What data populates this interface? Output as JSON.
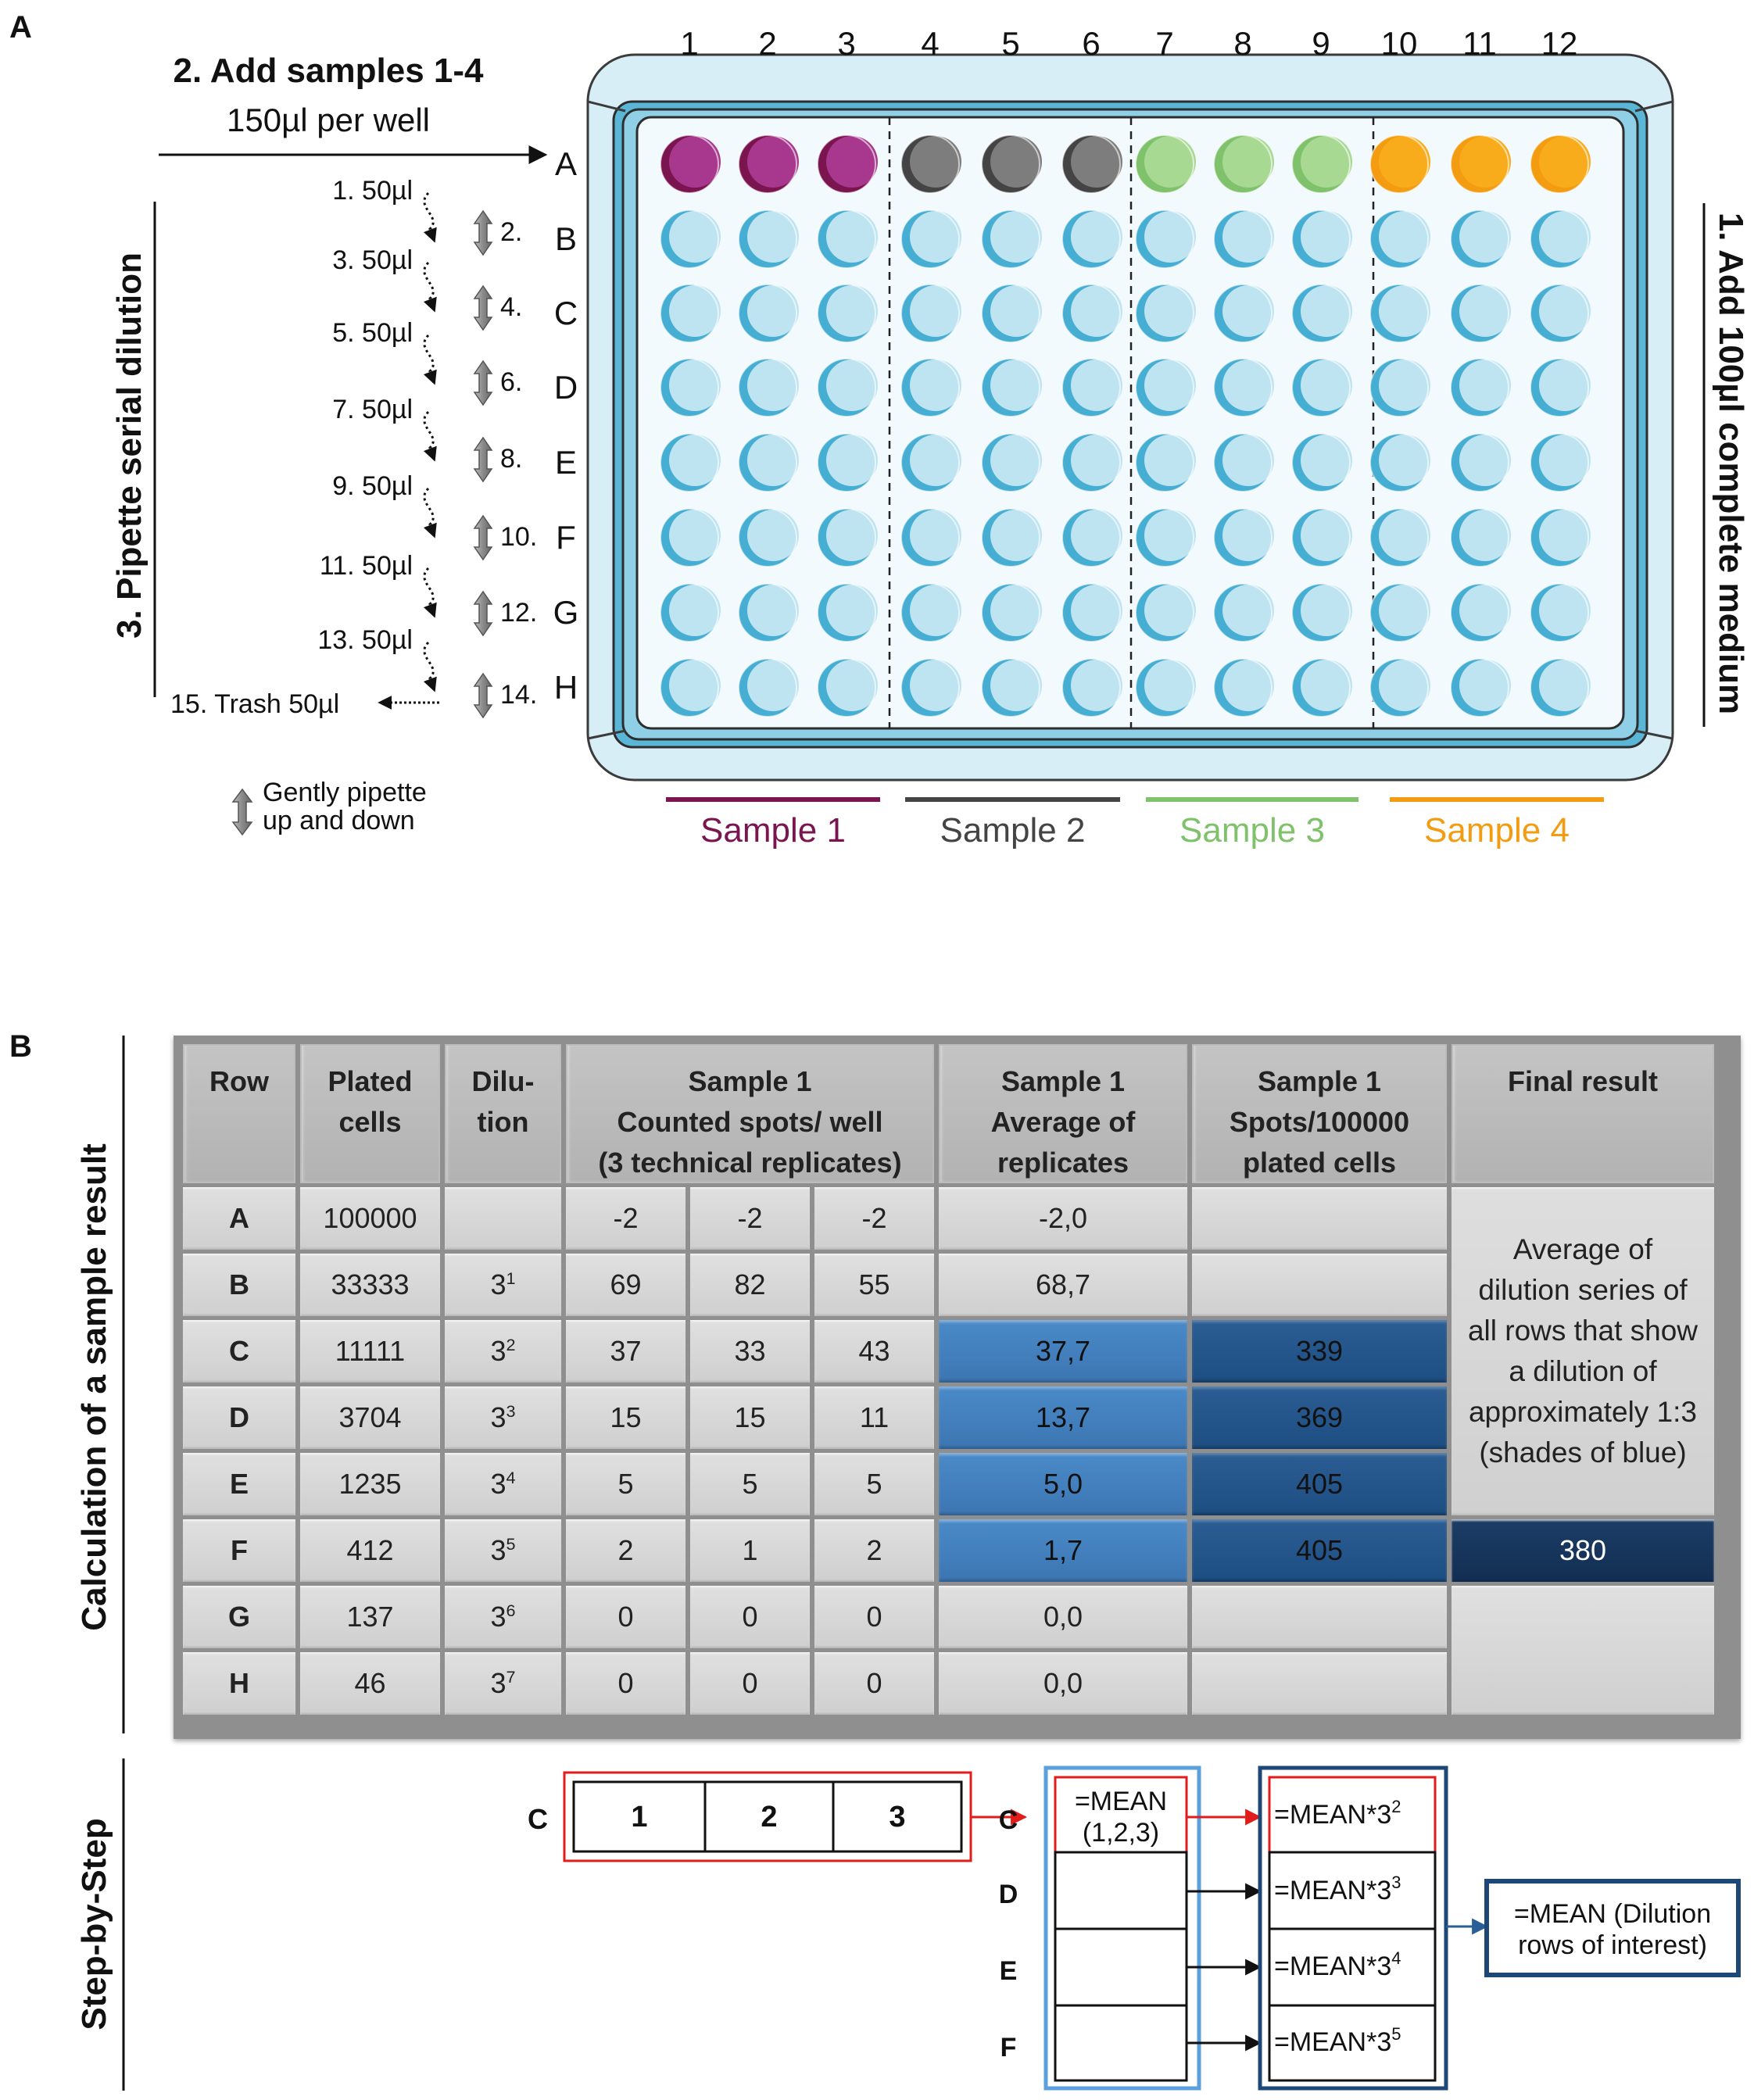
{
  "panel_a": {
    "label": "A",
    "columns": [
      "1",
      "2",
      "3",
      "4",
      "5",
      "6",
      "7",
      "8",
      "9",
      "10",
      "11",
      "12"
    ],
    "rows": [
      "A",
      "B",
      "C",
      "D",
      "E",
      "F",
      "G",
      "H"
    ],
    "step2_title": "2. Add samples 1-4",
    "step2_sub": "150µl per well",
    "step1": "1. Add 100µl complete medium",
    "step3": "3. Pipette serial dilution",
    "transfers": [
      "1. 50µl",
      "3. 50µl",
      "5. 50µl",
      "7. 50µl",
      "9. 50µl",
      "11. 50µl",
      "13. 50µl"
    ],
    "mix_steps": [
      "2.",
      "4.",
      "6.",
      "8.",
      "10.",
      "12.",
      "14."
    ],
    "trash": "15. Trash 50µl",
    "legend_line1": "Gently pipette",
    "legend_line2": "up and down",
    "samples": [
      {
        "name": "Sample 1",
        "color": "#7a1550",
        "well_color": "#a8388e"
      },
      {
        "name": "Sample 2",
        "color": "#444444",
        "well_color": "#7d7d7d"
      },
      {
        "name": "Sample 3",
        "color": "#7fc26b",
        "well_color": "#a8d992"
      },
      {
        "name": "Sample 4",
        "color": "#f39c12",
        "well_color": "#f8ac1c"
      }
    ]
  },
  "panel_b": {
    "label": "B",
    "side_label": "Calculation of a sample result",
    "headers": {
      "row": "Row",
      "plated_1": "Plated",
      "plated_2": "cells",
      "dilu_1": "Dilu-",
      "dilu_2": "tion",
      "counted_1": "Sample 1",
      "counted_2": "Counted spots/ well",
      "counted_3": "(3 technical replicates)",
      "avg_1": "Sample 1",
      "avg_2": "Average of",
      "avg_3": "replicates",
      "spots_1": "Sample 1",
      "spots_2": "Spots/100000",
      "spots_3": "plated cells",
      "final": "Final result"
    },
    "rows": [
      {
        "row": "A",
        "plated": "100000",
        "dil_base": "",
        "dil_exp": "",
        "r1": "-2",
        "r2": "-2",
        "r3": "-2",
        "avg": "-2,0",
        "spots": ""
      },
      {
        "row": "B",
        "plated": "33333",
        "dil_base": "3",
        "dil_exp": "1",
        "r1": "69",
        "r2": "82",
        "r3": "55",
        "avg": "68,7",
        "spots": ""
      },
      {
        "row": "C",
        "plated": "11111",
        "dil_base": "3",
        "dil_exp": "2",
        "r1": "37",
        "r2": "33",
        "r3": "43",
        "avg": "37,7",
        "spots": "339"
      },
      {
        "row": "D",
        "plated": "3704",
        "dil_base": "3",
        "dil_exp": "3",
        "r1": "15",
        "r2": "15",
        "r3": "11",
        "avg": "13,7",
        "spots": "369"
      },
      {
        "row": "E",
        "plated": "1235",
        "dil_base": "3",
        "dil_exp": "4",
        "r1": "5",
        "r2": "5",
        "r3": "5",
        "avg": "5,0",
        "spots": "405"
      },
      {
        "row": "F",
        "plated": "412",
        "dil_base": "3",
        "dil_exp": "5",
        "r1": "2",
        "r2": "1",
        "r3": "2",
        "avg": "1,7",
        "spots": "405"
      },
      {
        "row": "G",
        "plated": "137",
        "dil_base": "3",
        "dil_exp": "6",
        "r1": "0",
        "r2": "0",
        "r3": "0",
        "avg": "0,0",
        "spots": ""
      },
      {
        "row": "H",
        "plated": "46",
        "dil_base": "3",
        "dil_exp": "7",
        "r1": "0",
        "r2": "0",
        "r3": "0",
        "avg": "0,0",
        "spots": ""
      }
    ],
    "final_text_lines": [
      "Average of",
      "dilution series of",
      "all rows that show",
      "a dilution of",
      "approximately 1:3",
      "(shades of blue)"
    ],
    "final_value": "380",
    "step_label": "Step-by-Step",
    "step_row_c": "C",
    "step_cells": [
      "1",
      "2",
      "3"
    ],
    "mean_line1": "=MEAN",
    "mean_line2": "(1,2,3)",
    "mean_rows": [
      "C",
      "D",
      "E",
      "F"
    ],
    "mean_formula_base": "=MEAN*3",
    "mean_exps": [
      "2",
      "3",
      "4",
      "5"
    ],
    "final_formula_1": "=MEAN (Dilution",
    "final_formula_2": "rows of interest)"
  }
}
